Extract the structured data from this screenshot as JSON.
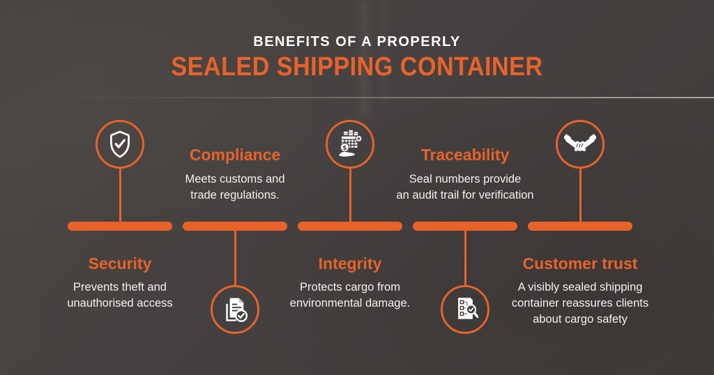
{
  "title": {
    "line1": "BENEFITS OF A PROPERLY",
    "line2": "SEALED SHIPPING CONTAINER"
  },
  "colors": {
    "accent_orange": "#E9622A",
    "background_gray": "#454140",
    "title_white": "#FFFFFF",
    "body_text": "#F2F1EF"
  },
  "items": [
    {
      "heading": "Security",
      "description": "Prevents theft and\nunauthorised access",
      "icon": "shield-check-icon",
      "icon_position": "top",
      "text_position": "bottom"
    },
    {
      "heading": "Compliance",
      "description": "Meets customs and\ntrade regulations.",
      "icon": "document-check-icon",
      "icon_position": "bottom",
      "text_position": "top"
    },
    {
      "heading": "Integrity",
      "description": "Protects cargo from\nenvironmental damage.",
      "icon": "payment-calendar-icon",
      "icon_position": "top",
      "text_position": "bottom"
    },
    {
      "heading": "Traceability",
      "description": "Seal numbers provide\nan audit trail for verification",
      "icon": "audit-search-icon",
      "icon_position": "bottom",
      "text_position": "top"
    },
    {
      "heading": "Customer trust",
      "description": "A visibly sealed shipping\ncontainer reassures clients\nabout cargo safety",
      "icon": "handshake-icon",
      "icon_position": "top",
      "text_position": "bottom"
    }
  ]
}
